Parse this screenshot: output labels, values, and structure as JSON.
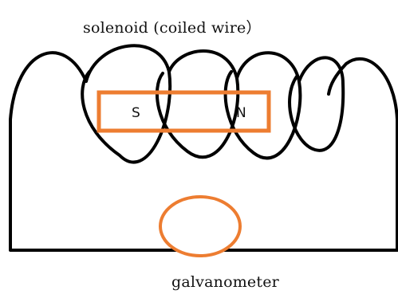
{
  "labels": {
    "solenoid": "solenoid (coiled wire）",
    "galvanometer": "galvanometer"
  },
  "magnet": {
    "south": "S",
    "north": "N"
  },
  "colors": {
    "wire": "#000000",
    "magnet": "#ED7D31",
    "galvanometer": "#ED7D31"
  }
}
